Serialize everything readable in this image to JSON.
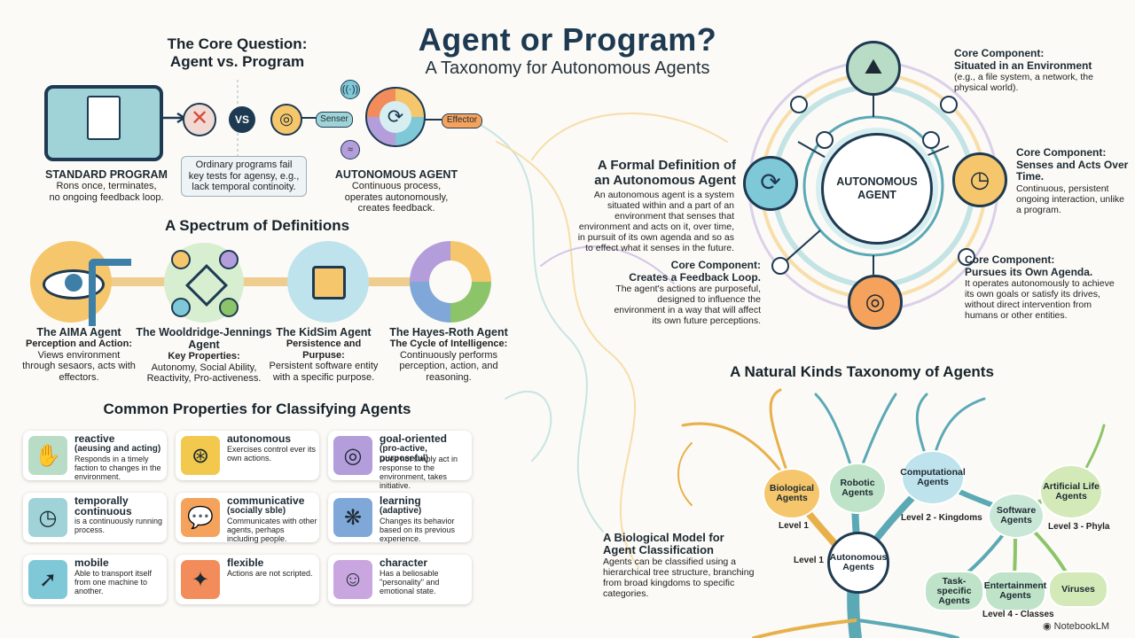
{
  "title": "Agent or Program?",
  "subtitle": "A Taxonomy for Autonomous Agents",
  "core_question": {
    "heading_line1": "The Core Question:",
    "heading_line2": "Agent vs. Program",
    "vs": "VS",
    "program_title": "STANDARD PROGRAM",
    "program_desc_line1": "Rons once, terminates,",
    "program_desc_line2": "no ongoing feedback loop.",
    "note_line1": "Ordinary programs fail",
    "note_line2": "key tests for agensy, e.g.,",
    "note_line3": "lack temporal continoity.",
    "sensor_label": "Senser",
    "effector_label": "Effector",
    "agent_title": "AUTONOMOUS AGENT",
    "agent_desc_line1": "Continuous process,",
    "agent_desc_line2": "operates autonomously,",
    "agent_desc_line3": "creates feedback."
  },
  "spectrum": {
    "heading": "A Spectrum of Definitions",
    "items": [
      {
        "title": "The AIMA Agent",
        "sub": "Perception and Action:",
        "desc": "Views environment through sesaors, acts with effectors."
      },
      {
        "title": "The Wooldridge-Jennings Agent",
        "sub": "Key Properties:",
        "desc": "Autonomy, Social Ability, Reactivity, Pro-activeness."
      },
      {
        "title": "The KidSim Agent",
        "sub": "Persistence and Purpuse:",
        "desc": "Persistent software entity with a specific purpose."
      },
      {
        "title": "The Hayes-Roth Agent",
        "sub": "The Cycle of Intelligence:",
        "desc": "Continuously performs perception, action, and reasoning."
      }
    ]
  },
  "properties": {
    "heading": "Common Properties for Classifying Agents",
    "cards": [
      {
        "title": "reactive",
        "sub": "(aeusing and acting)",
        "desc": "Responds in a timely faction to changes in the environment.",
        "icon": "hand-sensor-icon",
        "color": "#b9dcc6"
      },
      {
        "title": "autonomous",
        "sub": "",
        "desc": "Exercises control ever its own actions.",
        "icon": "steering-wheel-icon",
        "color": "#f2c94c"
      },
      {
        "title": "goal-oriented",
        "sub": "(pro-active, purposeful)",
        "desc": "Does not simply act in response to the environment, takes initiative.",
        "icon": "target-icon",
        "color": "#b39ddb"
      },
      {
        "title": "temporally continuous",
        "sub": "",
        "desc": "is a continuously running process.",
        "icon": "clock-icon",
        "color": "#9fd3d8"
      },
      {
        "title": "communicative",
        "sub": "(socially sble)",
        "desc": "Communicates with other agents, perhaps including people.",
        "icon": "chat-bubbles-icon",
        "color": "#f5a25d"
      },
      {
        "title": "learning",
        "sub": "(adaptive)",
        "desc": "Changes its behavior based on its previous experience.",
        "icon": "brain-icon",
        "color": "#7fa8d8"
      },
      {
        "title": "mobile",
        "sub": "",
        "desc": "Able to transport itself from one machine to another.",
        "icon": "transport-icon",
        "color": "#7fc8d8"
      },
      {
        "title": "flexible",
        "sub": "",
        "desc": "Actions are not scripted.",
        "icon": "flex-icon",
        "color": "#f28c5a"
      },
      {
        "title": "character",
        "sub": "",
        "desc": "Has a beliosable \"personality\" and emotional state.",
        "icon": "smiley-icon",
        "color": "#c9a6e0"
      }
    ]
  },
  "formal": {
    "heading_line1": "A Formal Definition of",
    "heading_line2": "an Autonomous Agent",
    "desc": "An autonomous agent is a system situated within and a part of an environment that senses that environment and acts on it, over time, in pursuit of its own agenda and so as to effect what it senses in the future.",
    "center_line1": "AUTONOMOUS",
    "center_line2": "AGENT",
    "components": [
      {
        "heading": "Core Component:",
        "title": "Situated in an Environment",
        "desc": "(e.g., a file system, a network, the physical world)."
      },
      {
        "heading": "Core Component:",
        "title": "Senses and Acts Over Time.",
        "desc": "Continuous, persistent ongoing interaction, unlike a program."
      },
      {
        "heading": "Core Component:",
        "title": "Pursues its Own Agenda.",
        "desc": "It operates autonomously to achieve its own goals or satisfy its drives, without direct intervention from humans or other entities."
      },
      {
        "heading": "Core Component:",
        "title": "Creates a Feedback Loop.",
        "desc": "The agent's actions are purposeful, designed to influence the environment in a way that will affect its own future perceptions."
      }
    ]
  },
  "taxonomy": {
    "heading": "A Natural Kinds Taxonomy of Agents",
    "bio_heading_line1": "A Biological Model for",
    "bio_heading_line2": "Agent Classification",
    "bio_desc": "Agents can be classified using a hierarchical tree structure, branching from broad kingdoms to specific categories.",
    "nodes": {
      "root": "Autonomous Agents",
      "biological": "Biological Agents",
      "robotic": "Robotic Agents",
      "computational": "Computational Agents",
      "software": "Software Agents",
      "artificial_life": "Artificial Life Agents",
      "task_specific": "Task-specific Agents",
      "entertainment": "Entertainment Agents",
      "viruses": "Viruses"
    },
    "levels": {
      "level1a": "Level 1",
      "level1b": "Level 1",
      "level2": "Level 2 - Kingdoms",
      "level3": "Level 3 - Phyla",
      "level4": "Level 4 - Classes"
    }
  },
  "watermark": "NotebookLM"
}
